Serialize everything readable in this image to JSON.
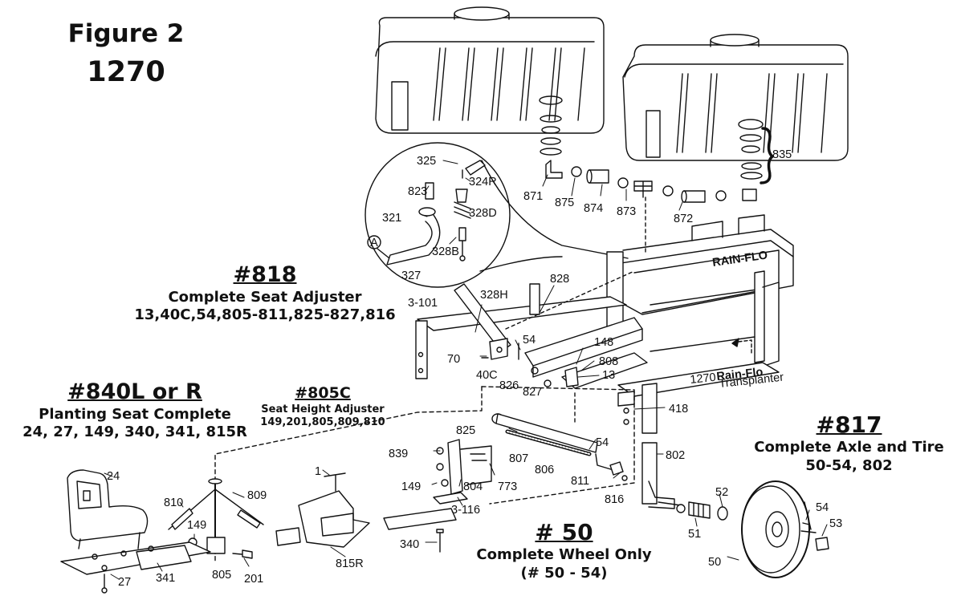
{
  "figure": {
    "label": "Figure 2",
    "model": "1270"
  },
  "kits": {
    "k818": {
      "number": "#818",
      "name": "Complete Seat Adjuster",
      "parts": "13,40C,54,805-811,825-827,816"
    },
    "k840": {
      "number": "#840L or R",
      "name": "Planting Seat Complete",
      "parts": "24, 27, 149, 340, 341, 815R"
    },
    "k805c": {
      "number": "#805C",
      "name": "Seat Height Adjuster",
      "parts": "149,201,805,809,810"
    },
    "k817": {
      "number": "#817",
      "name": "Complete Axle and Tire",
      "parts": "50-54, 802"
    },
    "k50": {
      "number": "# 50",
      "name": "Complete Wheel Only",
      "parts": "(# 50 - 54)"
    }
  },
  "frame_brand": "RAIN-FLO",
  "frame_model": "1270",
  "frame_plate": "Rain-Flo",
  "frame_plate_sub": "Transplanter",
  "callout_letter": "A",
  "part_labels": [
    "835",
    "325",
    "324R",
    "823",
    "328D",
    "321",
    "328B",
    "327",
    "871",
    "875",
    "874",
    "873",
    "872",
    "828",
    "3-101",
    "328H",
    "54",
    "148",
    "70",
    "808",
    "40C",
    "13",
    "826",
    "827",
    "418",
    "825",
    "807",
    "806",
    "54",
    "811",
    "816",
    "802",
    "839",
    "773",
    "804",
    "149",
    "3-116",
    "1",
    "340",
    "24",
    "810",
    "809",
    "149",
    "805",
    "201",
    "27",
    "341",
    "815R",
    "52",
    "54",
    "53",
    "51",
    "50"
  ]
}
